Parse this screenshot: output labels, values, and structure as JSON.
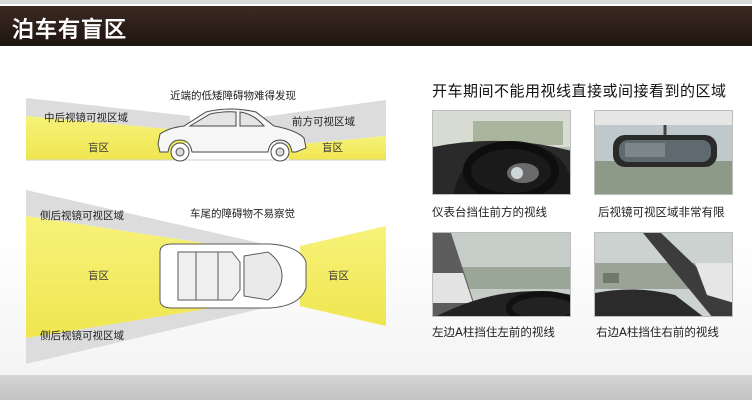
{
  "header": {
    "title": "泊车有盲区"
  },
  "diagram_top": {
    "label_top": "近端的低矮障碍物难得发现",
    "label_left": "中后视镜可视区域",
    "label_right": "前方可视区域",
    "zone_left": "盲区",
    "zone_right": "盲区"
  },
  "diagram_bottom": {
    "label_top_left": "侧后视镜可视区域",
    "label_center": "车尾的障碍物不易察觉",
    "label_bottom_left": "侧后视镜可视区域",
    "zone_left": "盲区",
    "zone_right": "盲区"
  },
  "right_panel": {
    "title": "开车期间不能用视线直接或间接看到的区域",
    "photos": [
      {
        "caption": "仪表台挡住前方的视线"
      },
      {
        "caption": "后视镜可视区域非常有限"
      },
      {
        "caption": "左边A柱挡住左前的视线"
      },
      {
        "caption": "右边A柱挡住右前的视线"
      }
    ]
  },
  "colors": {
    "blind_zone": "#f5ef6a",
    "header_bg": "#2a1c16",
    "view_zone": "#e2e2e2"
  }
}
